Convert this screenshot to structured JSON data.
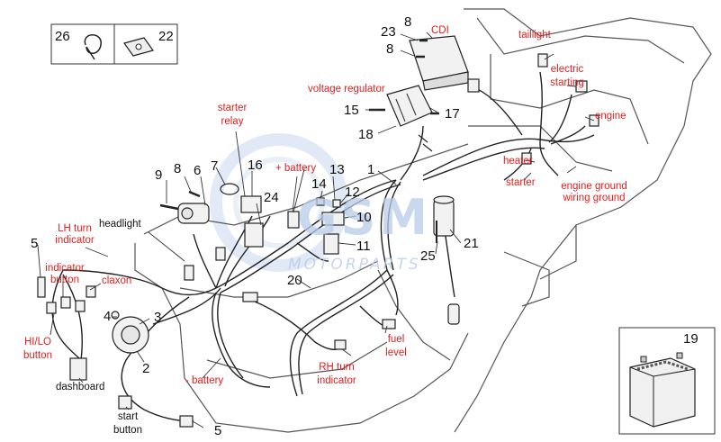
{
  "labels": {
    "cdi": "CDI",
    "taillight": "taillight",
    "electric_starting": "electric starting",
    "voltage_regulator": "voltage regulator",
    "engine": "engine",
    "starter_relay": "starter relay",
    "battery_plus": "+ battery",
    "heater": "heater",
    "starter": "starter",
    "engine_ground": "engine ground wiring ground",
    "lh_turn_indicator": "LH turn indicator",
    "headlight": "headlight",
    "indicator_button": "indicator button",
    "claxon": "claxon",
    "hi_lo_button": "HI/LO button",
    "dashboard": "dashboard",
    "start_button": "start button",
    "battery_minus": "- battery",
    "rh_turn_indicator": "RH turn indicator",
    "fuel_level": "fuel level"
  },
  "parts": {
    "p26": "26",
    "p22": "22",
    "p23": "23",
    "p8a": "8",
    "p8b": "8",
    "p8c": "8",
    "p15": "15",
    "p17": "17",
    "p18": "18",
    "p16": "16",
    "p9": "9",
    "p6": "6",
    "p7": "7",
    "p24": "24",
    "p13": "13",
    "p14": "14",
    "p12": "12",
    "p10": "10",
    "p11": "11",
    "p1": "1",
    "p21": "21",
    "p25": "25",
    "p20": "20",
    "p5a": "5",
    "p5b": "5",
    "p4": "4",
    "p3": "3",
    "p2": "2",
    "p19": "19"
  },
  "watermark": {
    "main": "GSM",
    "sub": "MOTORPARTS"
  },
  "colors": {
    "label_red": "#e02020",
    "line": "#222222",
    "watermark": "#b8cce8"
  }
}
